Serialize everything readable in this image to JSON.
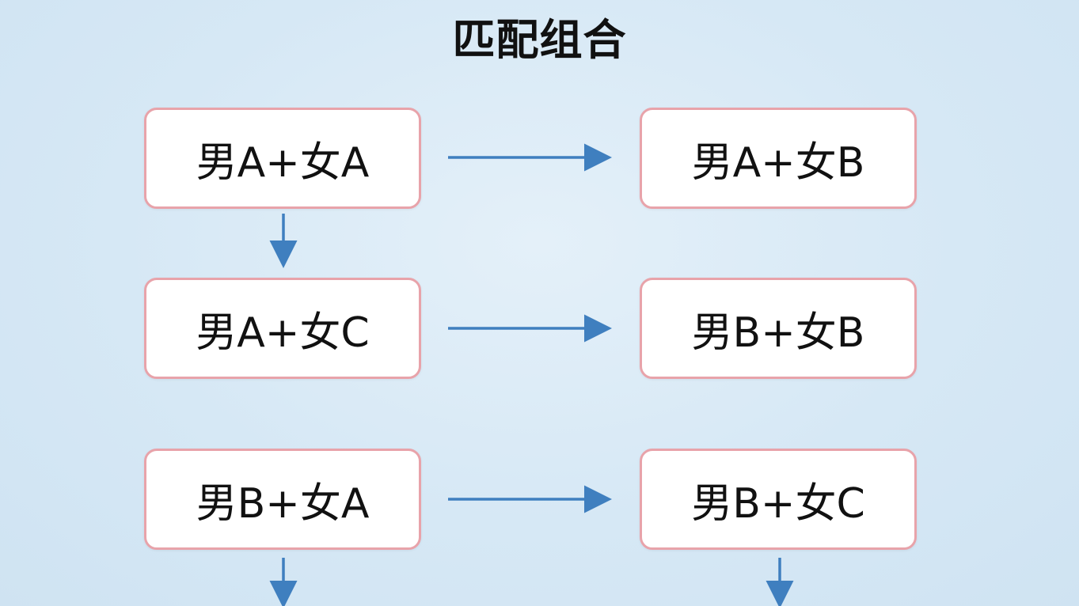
{
  "title": "匹配组合",
  "colors": {
    "node_border": "#e8a3aa",
    "node_fill": "#ffffff",
    "arrow": "#3f7fbf",
    "text": "#111111"
  },
  "nodes": [
    {
      "id": "m-a-f-a-top",
      "label": "男A+女A"
    },
    {
      "id": "m-a-f-b",
      "label": "男A+女B"
    },
    {
      "id": "m-a-f-c",
      "label": "男A+女C"
    },
    {
      "id": "m-b-f-b",
      "label": "男B+女B"
    },
    {
      "id": "m-b-f-a",
      "label": "男B+女A"
    },
    {
      "id": "m-b-f-c",
      "label": "男B+女C"
    }
  ]
}
